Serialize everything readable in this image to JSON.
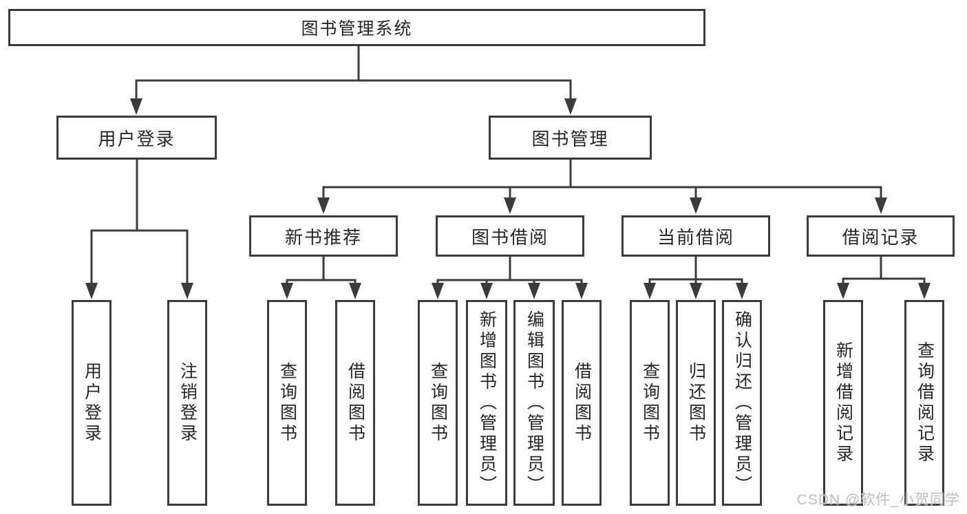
{
  "tree": {
    "root": "图书管理系统",
    "branches": [
      {
        "label": "用户登录",
        "children": [
          "用户登录",
          "注销登录"
        ]
      },
      {
        "label": "图书管理",
        "sections": [
          {
            "label": "新书推荐",
            "children": [
              "查询图书",
              "借阅图书"
            ]
          },
          {
            "label": "图书借阅",
            "children": [
              "查询图书",
              "新增图书（管理员）",
              "编辑图书（管理员）",
              "借阅图书"
            ]
          },
          {
            "label": "当前借阅",
            "children": [
              "查询图书",
              "归还图书",
              "确认归还（管理员）"
            ]
          },
          {
            "label": "借阅记录",
            "children": [
              "新增借阅记录",
              "查询借阅记录"
            ]
          }
        ]
      }
    ]
  },
  "watermark": {
    "text": "CSDN @软件_小贺同学"
  },
  "colors": {
    "line": "#3b3b3b",
    "text": "#262626",
    "background": "#ffffff",
    "watermark": "#b9bdc1"
  }
}
